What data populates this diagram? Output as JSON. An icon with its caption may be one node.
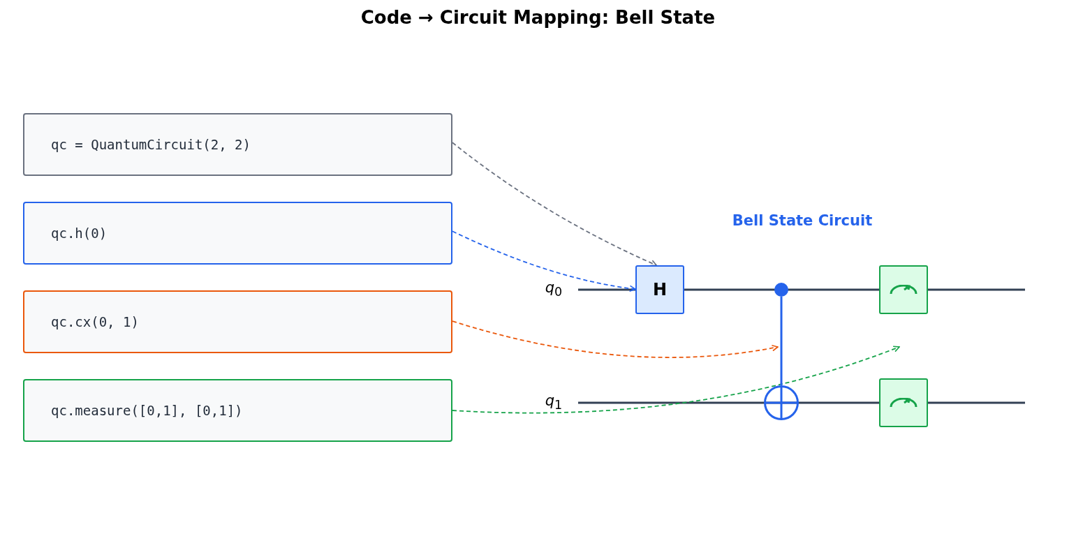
{
  "diagram": {
    "title": "Code → Circuit Mapping: Bell State",
    "nodes": [
      {
        "text": [
          "qc = QuantumCircuit(2, 2)"
        ]
      },
      {
        "text": [
          "qc.h(0)"
        ]
      },
      {
        "text": [
          "qc.cx(0, 1)"
        ]
      },
      {
        "text": [
          "qc.measure([0,1], [0,1])"
        ]
      },
      {
        "text": [
          "H"
        ]
      },
      {
        "text": [],
        "shape": "circle"
      },
      {
        "text": [],
        "shape": "circle"
      },
      {
        "text": [],
        "shape": "box"
      },
      {
        "text": [],
        "shape": "box"
      }
    ],
    "edges": [
      {
        "from": 0,
        "to": 4,
        "arrow": "to",
        "style": "dashed",
        "color": "#6b7280"
      },
      {
        "from": 1,
        "to": 4,
        "arrow": "to",
        "style": "dashed",
        "color": "#2563eb"
      },
      {
        "from": 2,
        "to": null,
        "arrow": "to",
        "style": "dashed",
        "color": "#ea580c"
      },
      {
        "from": 3,
        "to": null,
        "arrow": "to",
        "style": "dashed",
        "color": "#16a34a"
      },
      {
        "from": 5,
        "to": 6,
        "arrow": "none",
        "color": "#2563eb"
      }
    ],
    "labels": [
      "Bell State Circuit",
      "*q*$_{0}$",
      "*q*$_{1}$"
    ]
  }
}
